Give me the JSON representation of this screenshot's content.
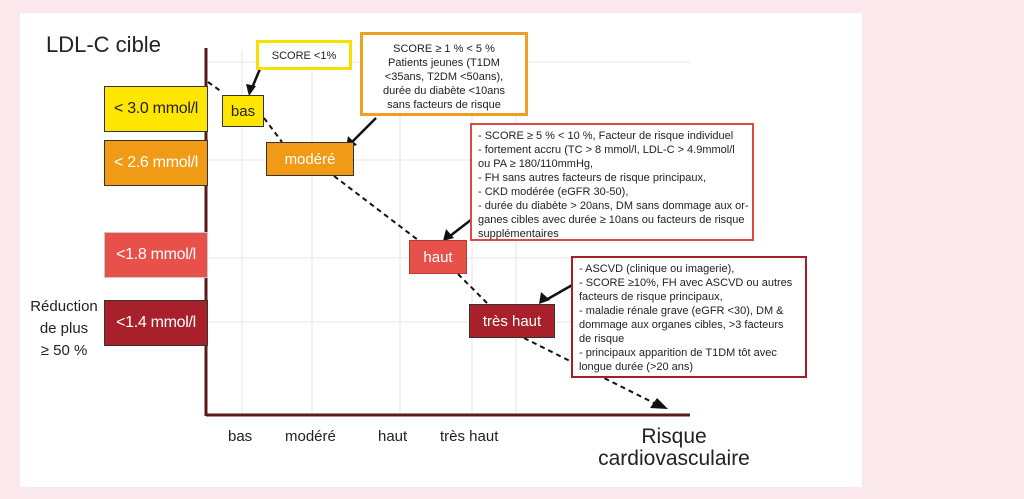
{
  "title": "LDL-C cible",
  "ldl_levels": [
    "< 3.0 mmol/l",
    "< 2.6 mmol/l",
    "<1.8 mmol/l",
    "<1.4 mmol/l"
  ],
  "reduction": [
    "Réduction",
    "de plus",
    "≥ 50 %"
  ],
  "risk_labels": [
    "bas",
    "modéré",
    "haut",
    "très haut"
  ],
  "x_ticks": [
    "bas",
    "modéré",
    "haut",
    "très haut"
  ],
  "x_axis_label": [
    "Risque",
    "cardiovasculaire"
  ],
  "boxes": {
    "low": [
      "SCORE <1%"
    ],
    "moderate": [
      "SCORE ≥ 1 % < 5 %",
      "Patients jeunes (T1DM",
      "<35ans, T2DM <50ans),",
      "durée du diabète <10ans",
      "sans facteurs de risque"
    ],
    "high": [
      "- SCORE ≥ 5 % < 10 %, Facteur de risque individuel",
      "- fortement accru (TC > 8 mmol/l, LDL-C > 4.9mmol/l",
      "  ou PA ≥ 180/110mmHg,",
      "- FH sans autres facteurs de risque principaux,",
      "- CKD modérée (eGFR 30-50),",
      "- durée du diabète > 20ans, DM sans dommage aux or-",
      "  ganes cibles avec durée ≥ 10ans ou facteurs de risque",
      "  supplémentaires"
    ],
    "very_high": [
      "- ASCVD (clinique ou imagerie),",
      "- SCORE ≥10%, FH avec ASCVD ou autres",
      "  facteurs de risque principaux,",
      "- maladie rénale grave (eGFR <30), DM &",
      "  dommage aux organes cibles, >3 facteurs",
      "  de risque",
      "- principaux apparition de T1DM tôt avec",
      "  longue durée (>20 ans)"
    ]
  },
  "colors": {
    "yellow": "#ffe600",
    "orange": "#f09a16",
    "red": "#e8514a",
    "dark_red": "#a8202a",
    "axis": "#5a1a1a",
    "background": "#fbe8ec"
  }
}
